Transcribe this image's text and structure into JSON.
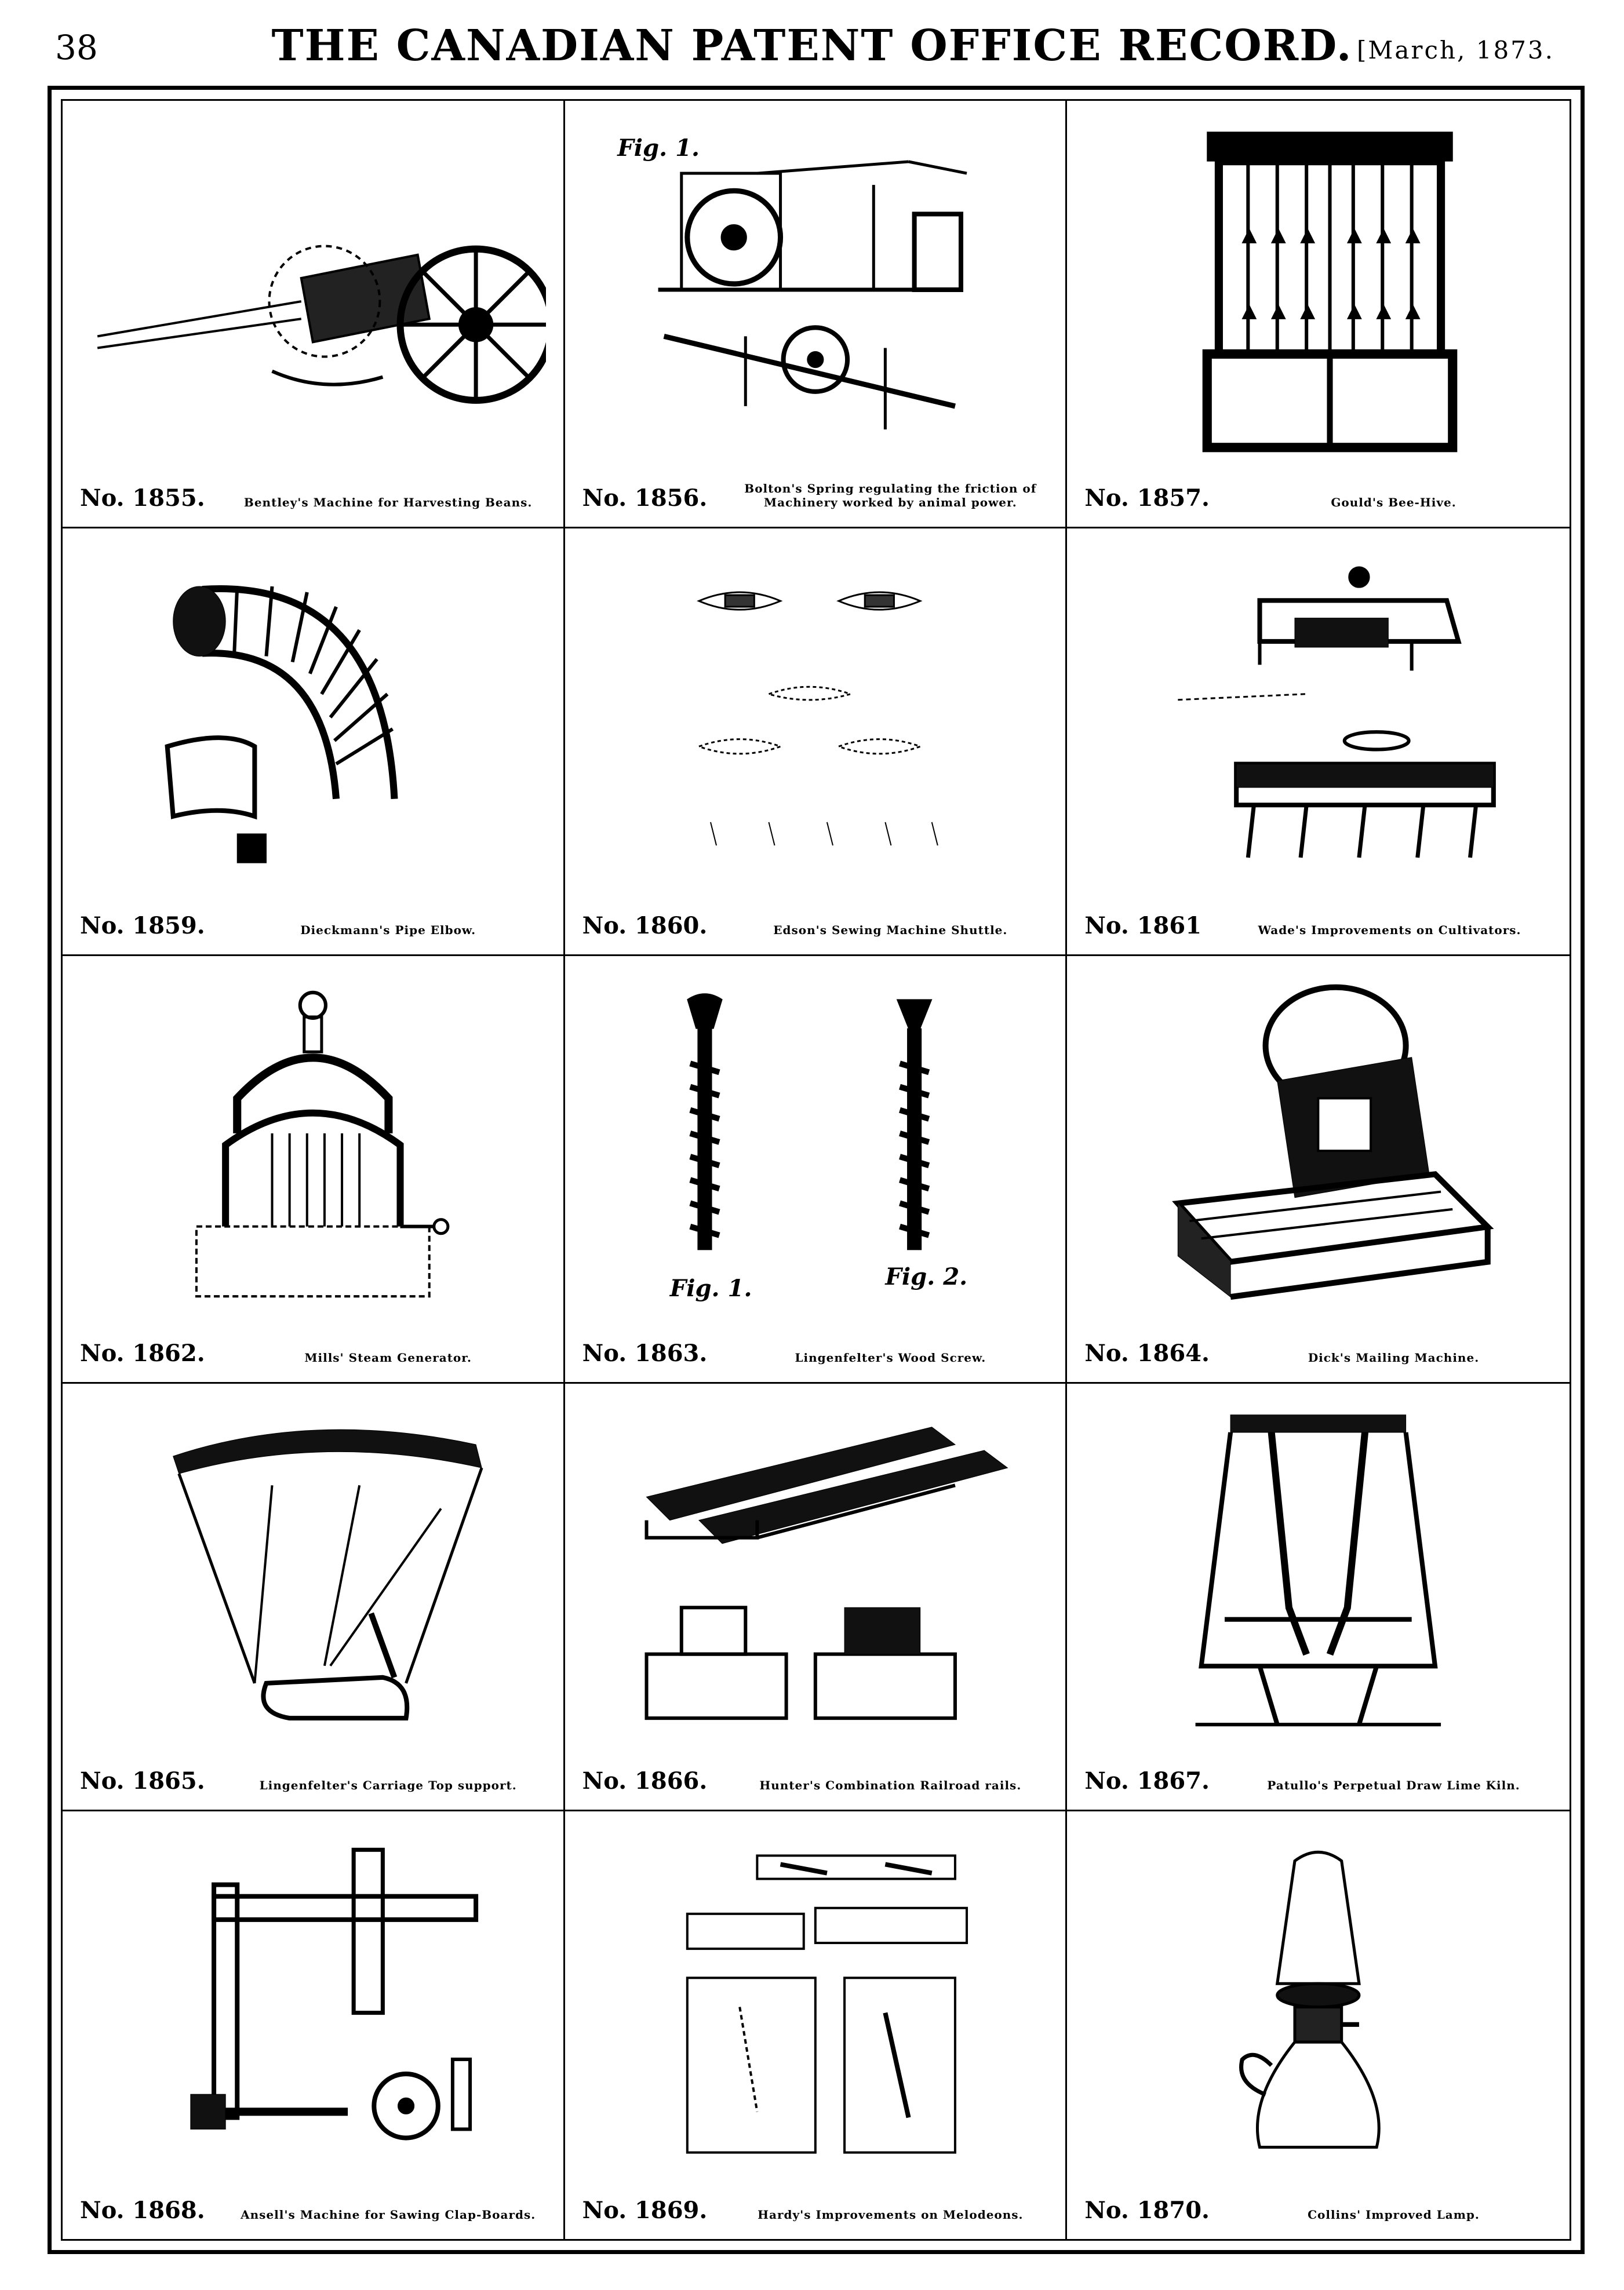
{
  "header": {
    "page_number": "38",
    "title": "THE CANADIAN PATENT OFFICE RECORD.",
    "date": "[March, 1873."
  },
  "entries": [
    {
      "number": "No. 1855.",
      "title": "Bentley's Machine for Harvesting Beans."
    },
    {
      "number": "No. 1856.",
      "title": "Bolton's Spring regulating the friction of Machinery worked by animal power."
    },
    {
      "number": "No. 1857.",
      "title": "Gould's Bee-Hive."
    },
    {
      "number": "No. 1859.",
      "title": "Dieckmann's Pipe Elbow."
    },
    {
      "number": "No. 1860.",
      "title": "Edson's Sewing Machine Shuttle."
    },
    {
      "number": "No. 1861",
      "title": "Wade's Improvements on Cultivators."
    },
    {
      "number": "No. 1862.",
      "title": "Mills' Steam Generator."
    },
    {
      "number": "No. 1863.",
      "title": "Lingenfelter's Wood Screw."
    },
    {
      "number": "No. 1864.",
      "title": "Dick's Mailing Machine."
    },
    {
      "number": "No. 1865.",
      "title": "Lingenfelter's Carriage Top support."
    },
    {
      "number": "No. 1866.",
      "title": "Hunter's Combination Railroad rails."
    },
    {
      "number": "No. 1867.",
      "title": "Patullo's Perpetual Draw Lime Kiln."
    },
    {
      "number": "No. 1868.",
      "title": "Ansell's Machine for Sawing Clap-Boards."
    },
    {
      "number": "No. 1869.",
      "title": "Hardy's Improvements on Melodeons."
    },
    {
      "number": "No. 1870.",
      "title": "Collins' Improved Lamp."
    }
  ],
  "figure_labels": {
    "fig1": "Fig. 1.",
    "fig2": "Fig. 2."
  }
}
